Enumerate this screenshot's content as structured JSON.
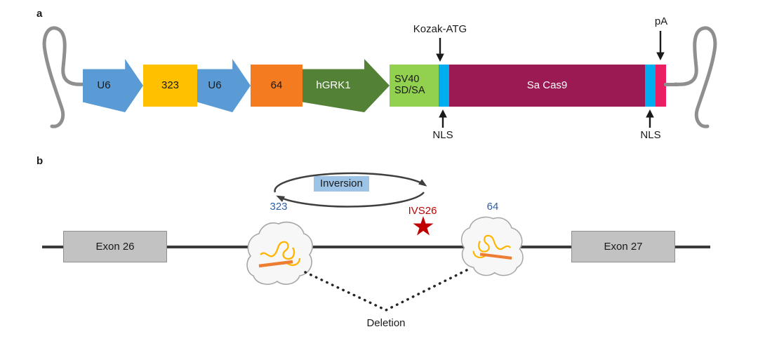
{
  "figure": {
    "panel_a": {
      "label": "a",
      "construct": {
        "u6_promoter_1": "U6",
        "guide_323": "323",
        "u6_promoter_2": "U6",
        "guide_64": "64",
        "hgrk1_promoter": "hGRK1",
        "sv40_line1": "SV40",
        "sv40_line2": "SD/SA",
        "sa_cas9": "Sa Cas9"
      },
      "annotations": {
        "kozak_atg": "Kozak-ATG",
        "poly_a": "pA",
        "nls_left": "NLS",
        "nls_right": "NLS"
      }
    },
    "panel_b": {
      "label": "b",
      "inversion_label": "Inversion",
      "guide_left": "323",
      "guide_right": "64",
      "ivs26_label": "IVS26",
      "exon_26": "Exon 26",
      "exon_27": "Exon 27",
      "deletion_label": "Deletion"
    },
    "colors": {
      "u6_blue": "#5B9BD5",
      "guide323_yellow": "#FFC000",
      "guide64_orange": "#F47B20",
      "hgrk1_green": "#538135",
      "sv40_green": "#92D050",
      "nls_cyan": "#00AEEF",
      "cas9_maroon": "#9C1A54",
      "pa_pink": "#EC1E63",
      "exon_gray": "#C2C2C2",
      "label_blue": "#2E5FA8",
      "accent_red": "#C00000",
      "inversion_highlight": "#9DC3E6"
    }
  }
}
